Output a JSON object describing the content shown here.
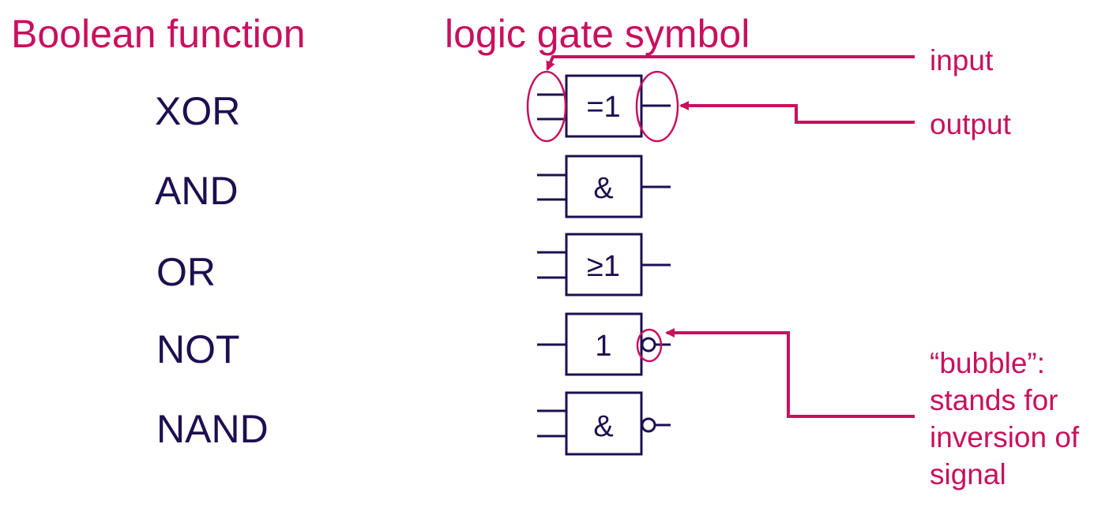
{
  "colors": {
    "accent": "#C8105E",
    "ink": "#1E0F50",
    "background": "#FFFFFF"
  },
  "headers": {
    "left": "Boolean function",
    "right": "logic gate symbol"
  },
  "gates": [
    {
      "name": "XOR",
      "symbol": "=1",
      "inputs": 2,
      "inverted": false
    },
    {
      "name": "AND",
      "symbol": "&",
      "inputs": 2,
      "inverted": false
    },
    {
      "name": "OR",
      "symbol": "≥1",
      "inputs": 2,
      "inverted": false
    },
    {
      "name": "NOT",
      "symbol": "1",
      "inputs": 1,
      "inverted": true
    },
    {
      "name": "NAND",
      "symbol": "&",
      "inputs": 2,
      "inverted": true
    }
  ],
  "annotations": {
    "input": "input",
    "output": "output",
    "bubble_lines": [
      "“bubble”:",
      "stands for",
      "inversion of",
      "signal"
    ]
  }
}
